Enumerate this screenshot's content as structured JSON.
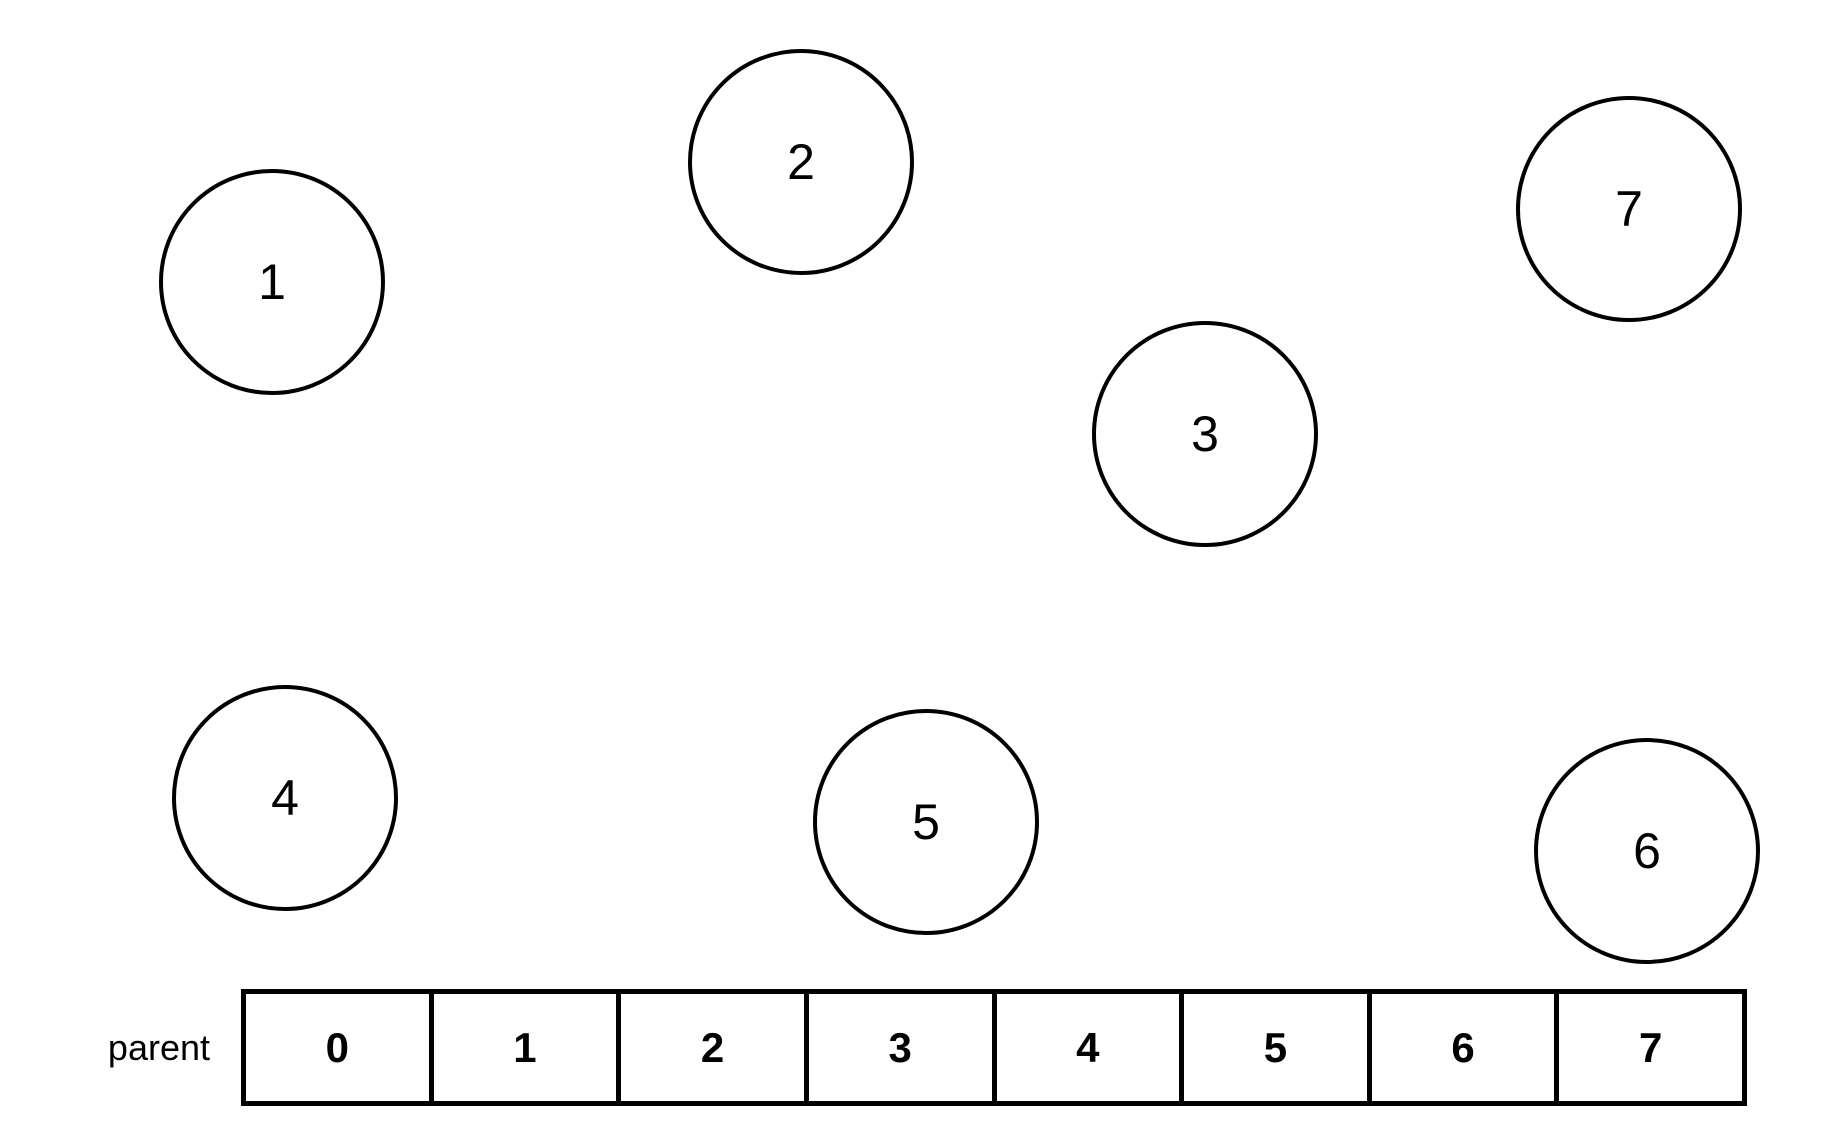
{
  "nodes": [
    {
      "label": "1"
    },
    {
      "label": "2"
    },
    {
      "label": "3"
    },
    {
      "label": "4"
    },
    {
      "label": "5"
    },
    {
      "label": "6"
    },
    {
      "label": "7"
    }
  ],
  "parent_array": {
    "label": "parent",
    "cells": [
      "0",
      "1",
      "2",
      "3",
      "4",
      "5",
      "6",
      "7"
    ]
  },
  "colors": {
    "stroke": "#000000",
    "background": "#ffffff",
    "text": "#000000"
  }
}
